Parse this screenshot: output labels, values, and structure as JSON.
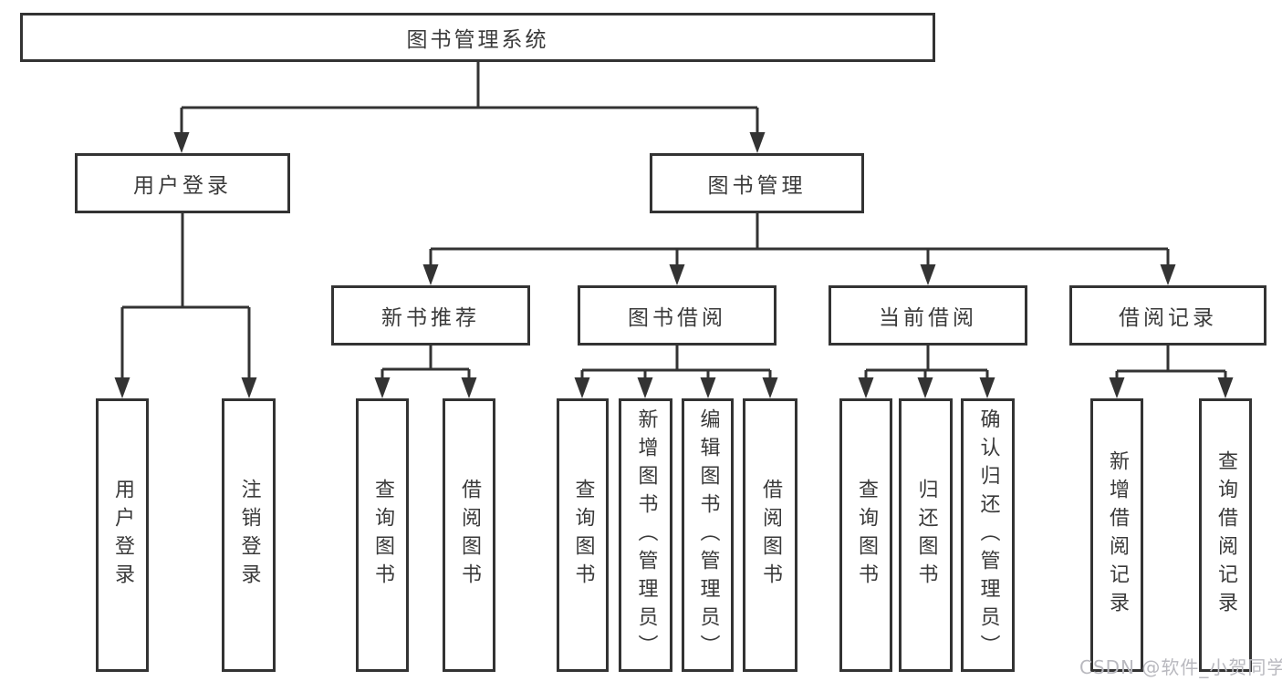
{
  "tree": {
    "root": {
      "label": "图书管理系统"
    },
    "level2": [
      {
        "label": "用户登录",
        "children": [
          {
            "label": "用户登录"
          },
          {
            "label": "注销登录"
          }
        ]
      },
      {
        "label": "图书管理",
        "children": [
          {
            "label": "新书推荐",
            "children": [
              {
                "label": "查询图书"
              },
              {
                "label": "借阅图书"
              }
            ]
          },
          {
            "label": "图书借阅",
            "children": [
              {
                "label": "查询图书"
              },
              {
                "label": "新增图书（管理员）"
              },
              {
                "label": "编辑图书（管理员）"
              },
              {
                "label": "借阅图书"
              }
            ]
          },
          {
            "label": "当前借阅",
            "children": [
              {
                "label": "查询图书"
              },
              {
                "label": "归还图书"
              },
              {
                "label": "确认归还（管理员）"
              }
            ]
          },
          {
            "label": "借阅记录",
            "children": [
              {
                "label": "新增借阅记录"
              },
              {
                "label": "查询借阅记录"
              }
            ]
          }
        ]
      }
    ]
  },
  "watermark": {
    "text": "CSDN @软件_小贺同学"
  },
  "colors": {
    "line": "#333333",
    "text": "#3a3a3a",
    "background": "#ffffff",
    "watermark": "#b9b9bf"
  }
}
